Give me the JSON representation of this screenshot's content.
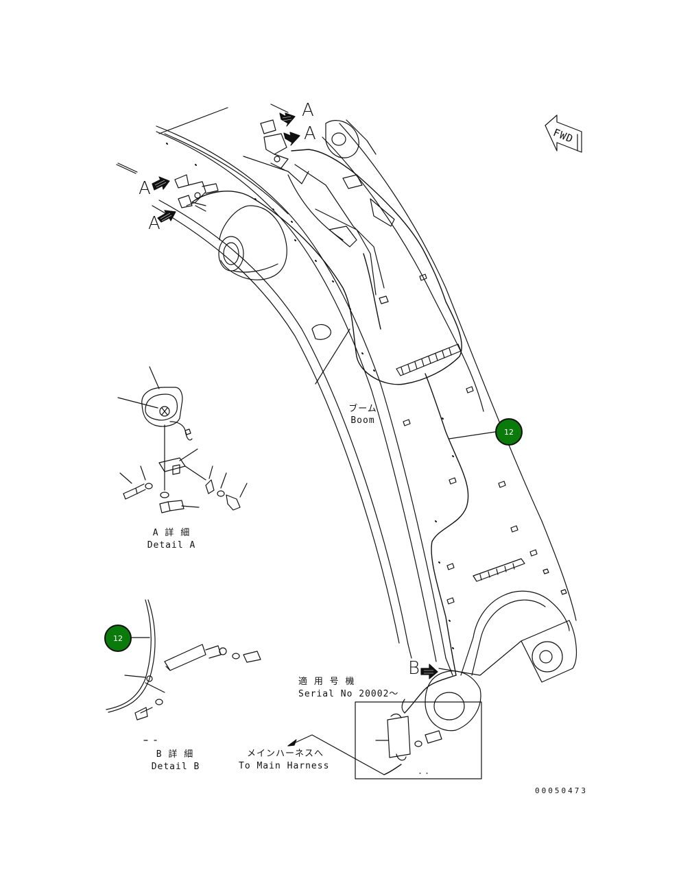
{
  "colors": {
    "line": "#111111",
    "callout_fill": "#0a7a0a",
    "callout_text": "#ffffff",
    "background": "#ffffff"
  },
  "labels": {
    "view_a": "A",
    "view_b": "B",
    "fwd": "FWD",
    "boom_jp": "ブーム",
    "boom_en": "Boom",
    "detail_a_jp": "A 詳 細",
    "detail_a_en": "Detail A",
    "detail_b_jp": "B 詳 細",
    "detail_b_en": "Detail B",
    "serial_jp": "適 用 号 機",
    "serial_en": "Serial No 20002～",
    "harness_jp": "メインハーネスへ",
    "harness_en": "To Main Harness",
    "drawing_number": "00050473"
  },
  "callouts": [
    {
      "number": "12"
    },
    {
      "number": "12"
    }
  ]
}
